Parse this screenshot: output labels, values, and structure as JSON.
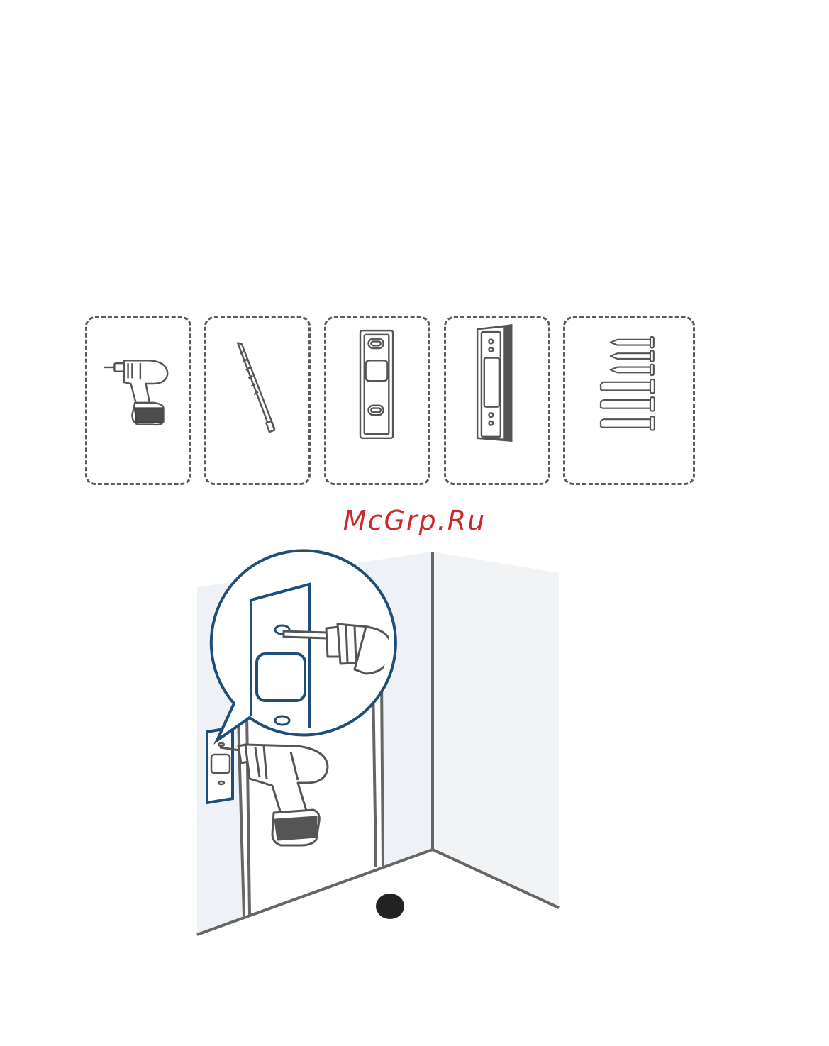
{
  "watermark": {
    "text": "McGrp.Ru",
    "color": "#cc2a2a"
  },
  "tools": [
    {
      "name": "drill",
      "icon": "cordless-drill-icon"
    },
    {
      "name": "drill-bit",
      "icon": "drill-bit-icon"
    },
    {
      "name": "mounting-bracket",
      "icon": "mounting-bracket-icon"
    },
    {
      "name": "wedge-bracket",
      "icon": "wedge-bracket-icon"
    },
    {
      "name": "screws-and-anchors",
      "icon": "screws-anchors-icon"
    }
  ],
  "illustration": {
    "description_icon": "drilling-holes-on-wall-icon",
    "accent_color": "#1e4f7a",
    "wall_color": "#f2f3f4",
    "left_wall_color": "#eef2f6",
    "line_color": "#666666"
  }
}
